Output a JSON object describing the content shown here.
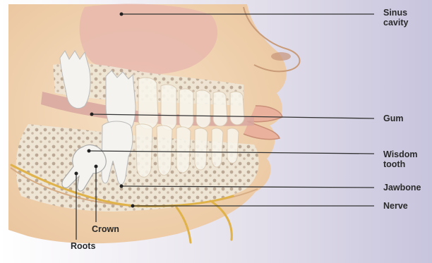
{
  "labels": {
    "sinus": "Sinus\ncavity",
    "gum": "Gum",
    "wisdom": "Wisdom\ntooth",
    "jawbone": "Jawbone",
    "nerve": "Nerve",
    "crown": "Crown",
    "roots": "Roots"
  },
  "colors": {
    "background": "#c9c6dc",
    "skin": "#f2d6b6",
    "sinus": "#e7b9ae",
    "gum": "#d8a7a0",
    "bone": "#efe6d6",
    "tooth": "#f4f3ef",
    "nerve": "#e0b24a",
    "leader": "#333333"
  }
}
